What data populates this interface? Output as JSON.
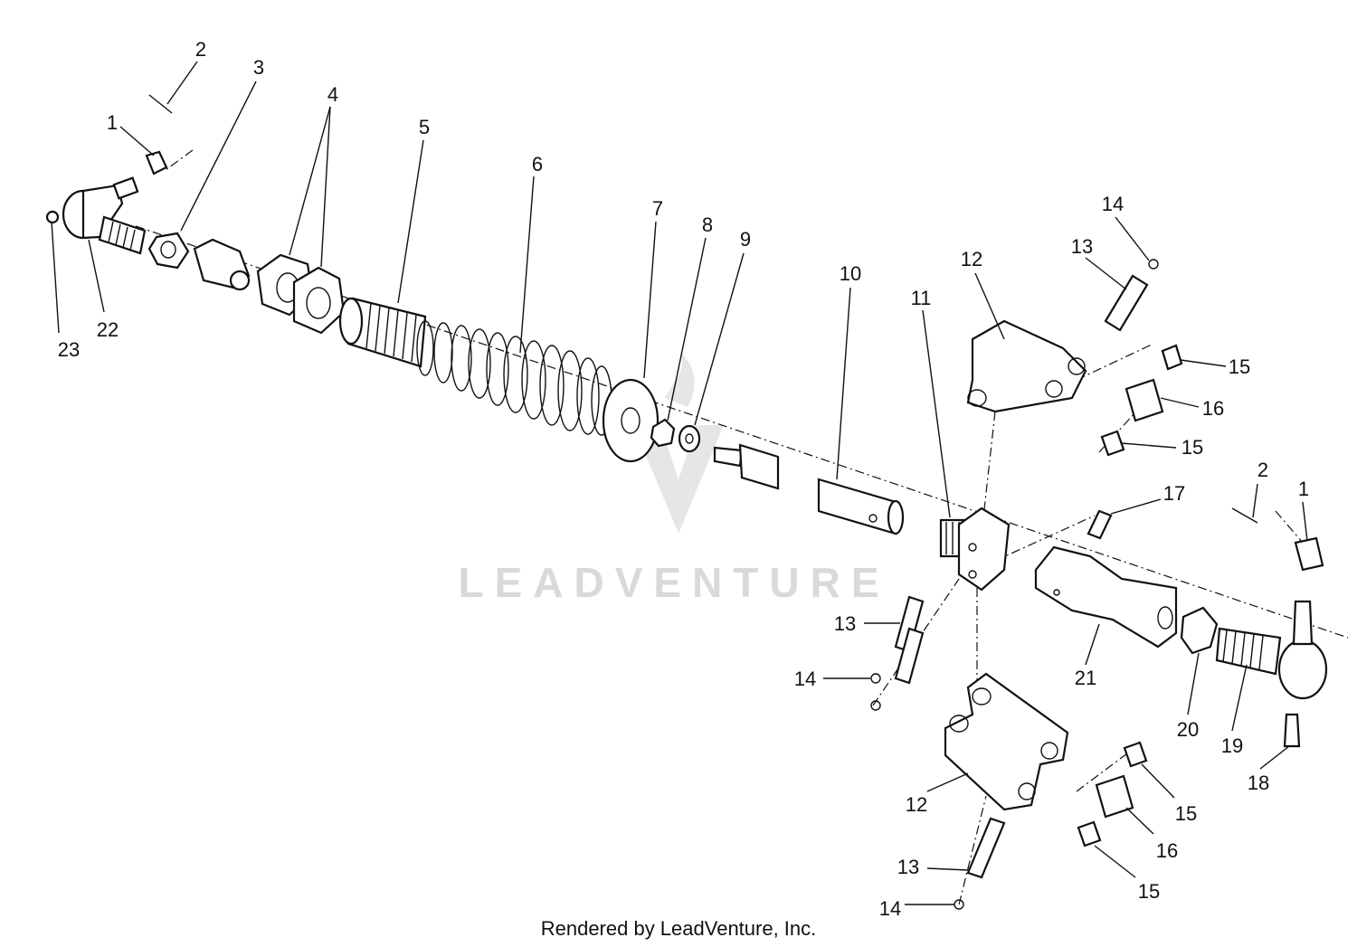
{
  "watermark": {
    "text": "LEADVENTURE",
    "color": "#d9d9d9"
  },
  "credit": "Rendered by LeadVenture, Inc.",
  "callouts": [
    {
      "id": "c2a",
      "label": "2"
    },
    {
      "id": "c3",
      "label": "3"
    },
    {
      "id": "c4",
      "label": "4"
    },
    {
      "id": "c1a",
      "label": "1"
    },
    {
      "id": "c5",
      "label": "5"
    },
    {
      "id": "c6",
      "label": "6"
    },
    {
      "id": "c23",
      "label": "23"
    },
    {
      "id": "c22",
      "label": "22"
    },
    {
      "id": "c7",
      "label": "7"
    },
    {
      "id": "c8",
      "label": "8"
    },
    {
      "id": "c9",
      "label": "9"
    },
    {
      "id": "c10",
      "label": "10"
    },
    {
      "id": "c11",
      "label": "11"
    },
    {
      "id": "c12a",
      "label": "12"
    },
    {
      "id": "c13a",
      "label": "13"
    },
    {
      "id": "c14a",
      "label": "14"
    },
    {
      "id": "c15a",
      "label": "15"
    },
    {
      "id": "c16a",
      "label": "16"
    },
    {
      "id": "c15b",
      "label": "15"
    },
    {
      "id": "c17",
      "label": "17"
    },
    {
      "id": "c2b",
      "label": "2"
    },
    {
      "id": "c1b",
      "label": "1"
    },
    {
      "id": "c13b",
      "label": "13"
    },
    {
      "id": "c14b",
      "label": "14"
    },
    {
      "id": "c21",
      "label": "21"
    },
    {
      "id": "c20",
      "label": "20"
    },
    {
      "id": "c19",
      "label": "19"
    },
    {
      "id": "c18",
      "label": "18"
    },
    {
      "id": "c12b",
      "label": "12"
    },
    {
      "id": "c15c",
      "label": "15"
    },
    {
      "id": "c16b",
      "label": "16"
    },
    {
      "id": "c13c",
      "label": "13"
    },
    {
      "id": "c15d",
      "label": "15"
    },
    {
      "id": "c14c",
      "label": "14"
    }
  ]
}
